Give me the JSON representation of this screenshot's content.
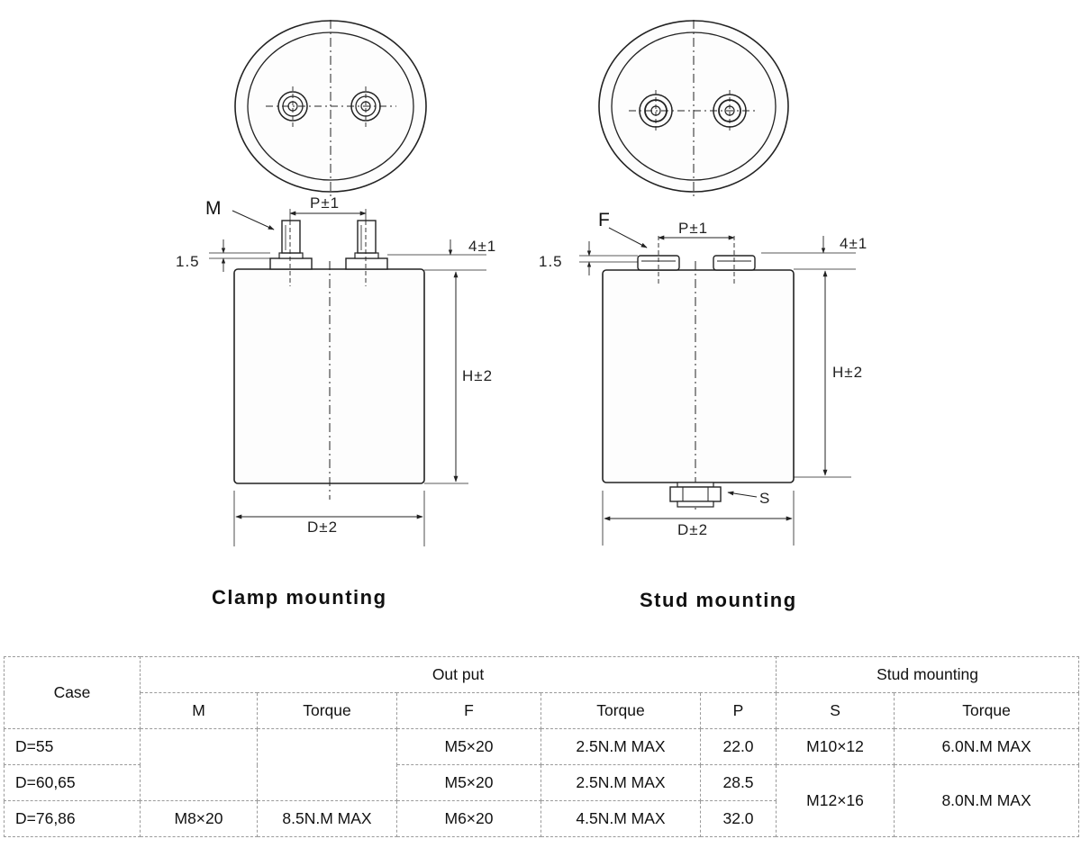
{
  "clamp": {
    "callout_m": "M",
    "dim_p": "P±1",
    "dim_top": "4±1",
    "dim_side": "1.5",
    "dim_h": "H±2",
    "dim_d": "D±2",
    "caption": "Clamp mounting"
  },
  "stud": {
    "callout_f": "F",
    "dim_p": "P±1",
    "dim_top": "4±1",
    "dim_side": "1.5",
    "dim_h": "H±2",
    "dim_s": "S",
    "dim_d": "D±2",
    "caption": "Stud mounting"
  },
  "table": {
    "case_header": "Case",
    "output_header": "Out put",
    "stud_header": "Stud mounting",
    "col_m": "M",
    "col_torque1": "Torque",
    "col_f": "F",
    "col_torque2": "Torque",
    "col_p": "P",
    "col_s": "S",
    "col_torque3": "Torque",
    "rows": [
      {
        "case": "D=55",
        "m": "",
        "torque_m": "",
        "f": "M5×20",
        "torque_f": "2.5N.M MAX",
        "p": "22.0",
        "s": "M10×12",
        "torque_s": "6.0N.M MAX"
      },
      {
        "case": "D=60,65",
        "f": "M5×20",
        "torque_f": "2.5N.M MAX",
        "p": "28.5"
      },
      {
        "case": "D=76,86",
        "m": "M8×20",
        "torque_m": "8.5N.M MAX",
        "f": "M6×20",
        "torque_f": "4.5N.M MAX",
        "p": "32.0",
        "s": "M12×16",
        "torque_s": "8.0N.M MAX"
      }
    ]
  }
}
